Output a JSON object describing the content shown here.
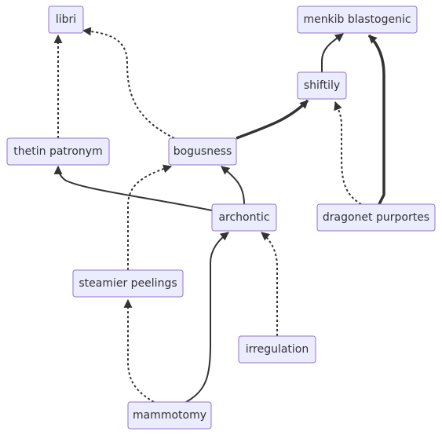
{
  "nodes": [
    {
      "id": "libri",
      "label": "libri"
    },
    {
      "id": "menkib",
      "label": "menkib blastogenic"
    },
    {
      "id": "shiftily",
      "label": "shiftily"
    },
    {
      "id": "thetin",
      "label": "thetin patronym"
    },
    {
      "id": "bogusness",
      "label": "bogusness"
    },
    {
      "id": "archontic",
      "label": "archontic"
    },
    {
      "id": "dragonet",
      "label": "dragonet purportes"
    },
    {
      "id": "steamier",
      "label": "steamier peelings"
    },
    {
      "id": "irregulation",
      "label": "irregulation"
    },
    {
      "id": "mammotomy",
      "label": "mammotomy"
    }
  ],
  "edges": [
    {
      "from": "thetin",
      "to": "libri",
      "style": "dotted"
    },
    {
      "from": "bogusness",
      "to": "libri",
      "style": "dotted"
    },
    {
      "from": "shiftily",
      "to": "menkib",
      "style": "solid"
    },
    {
      "from": "dragonet",
      "to": "menkib",
      "style": "thick"
    },
    {
      "from": "bogusness",
      "to": "shiftily",
      "style": "thick"
    },
    {
      "from": "dragonet",
      "to": "shiftily",
      "style": "dotted"
    },
    {
      "from": "archontic",
      "to": "thetin",
      "style": "solid"
    },
    {
      "from": "archontic",
      "to": "bogusness",
      "style": "solid"
    },
    {
      "from": "steamier",
      "to": "bogusness",
      "style": "dotted"
    },
    {
      "from": "mammotomy",
      "to": "steamier",
      "style": "dotted"
    },
    {
      "from": "mammotomy",
      "to": "archontic",
      "style": "solid"
    },
    {
      "from": "irregulation",
      "to": "archontic",
      "style": "dotted"
    }
  ]
}
